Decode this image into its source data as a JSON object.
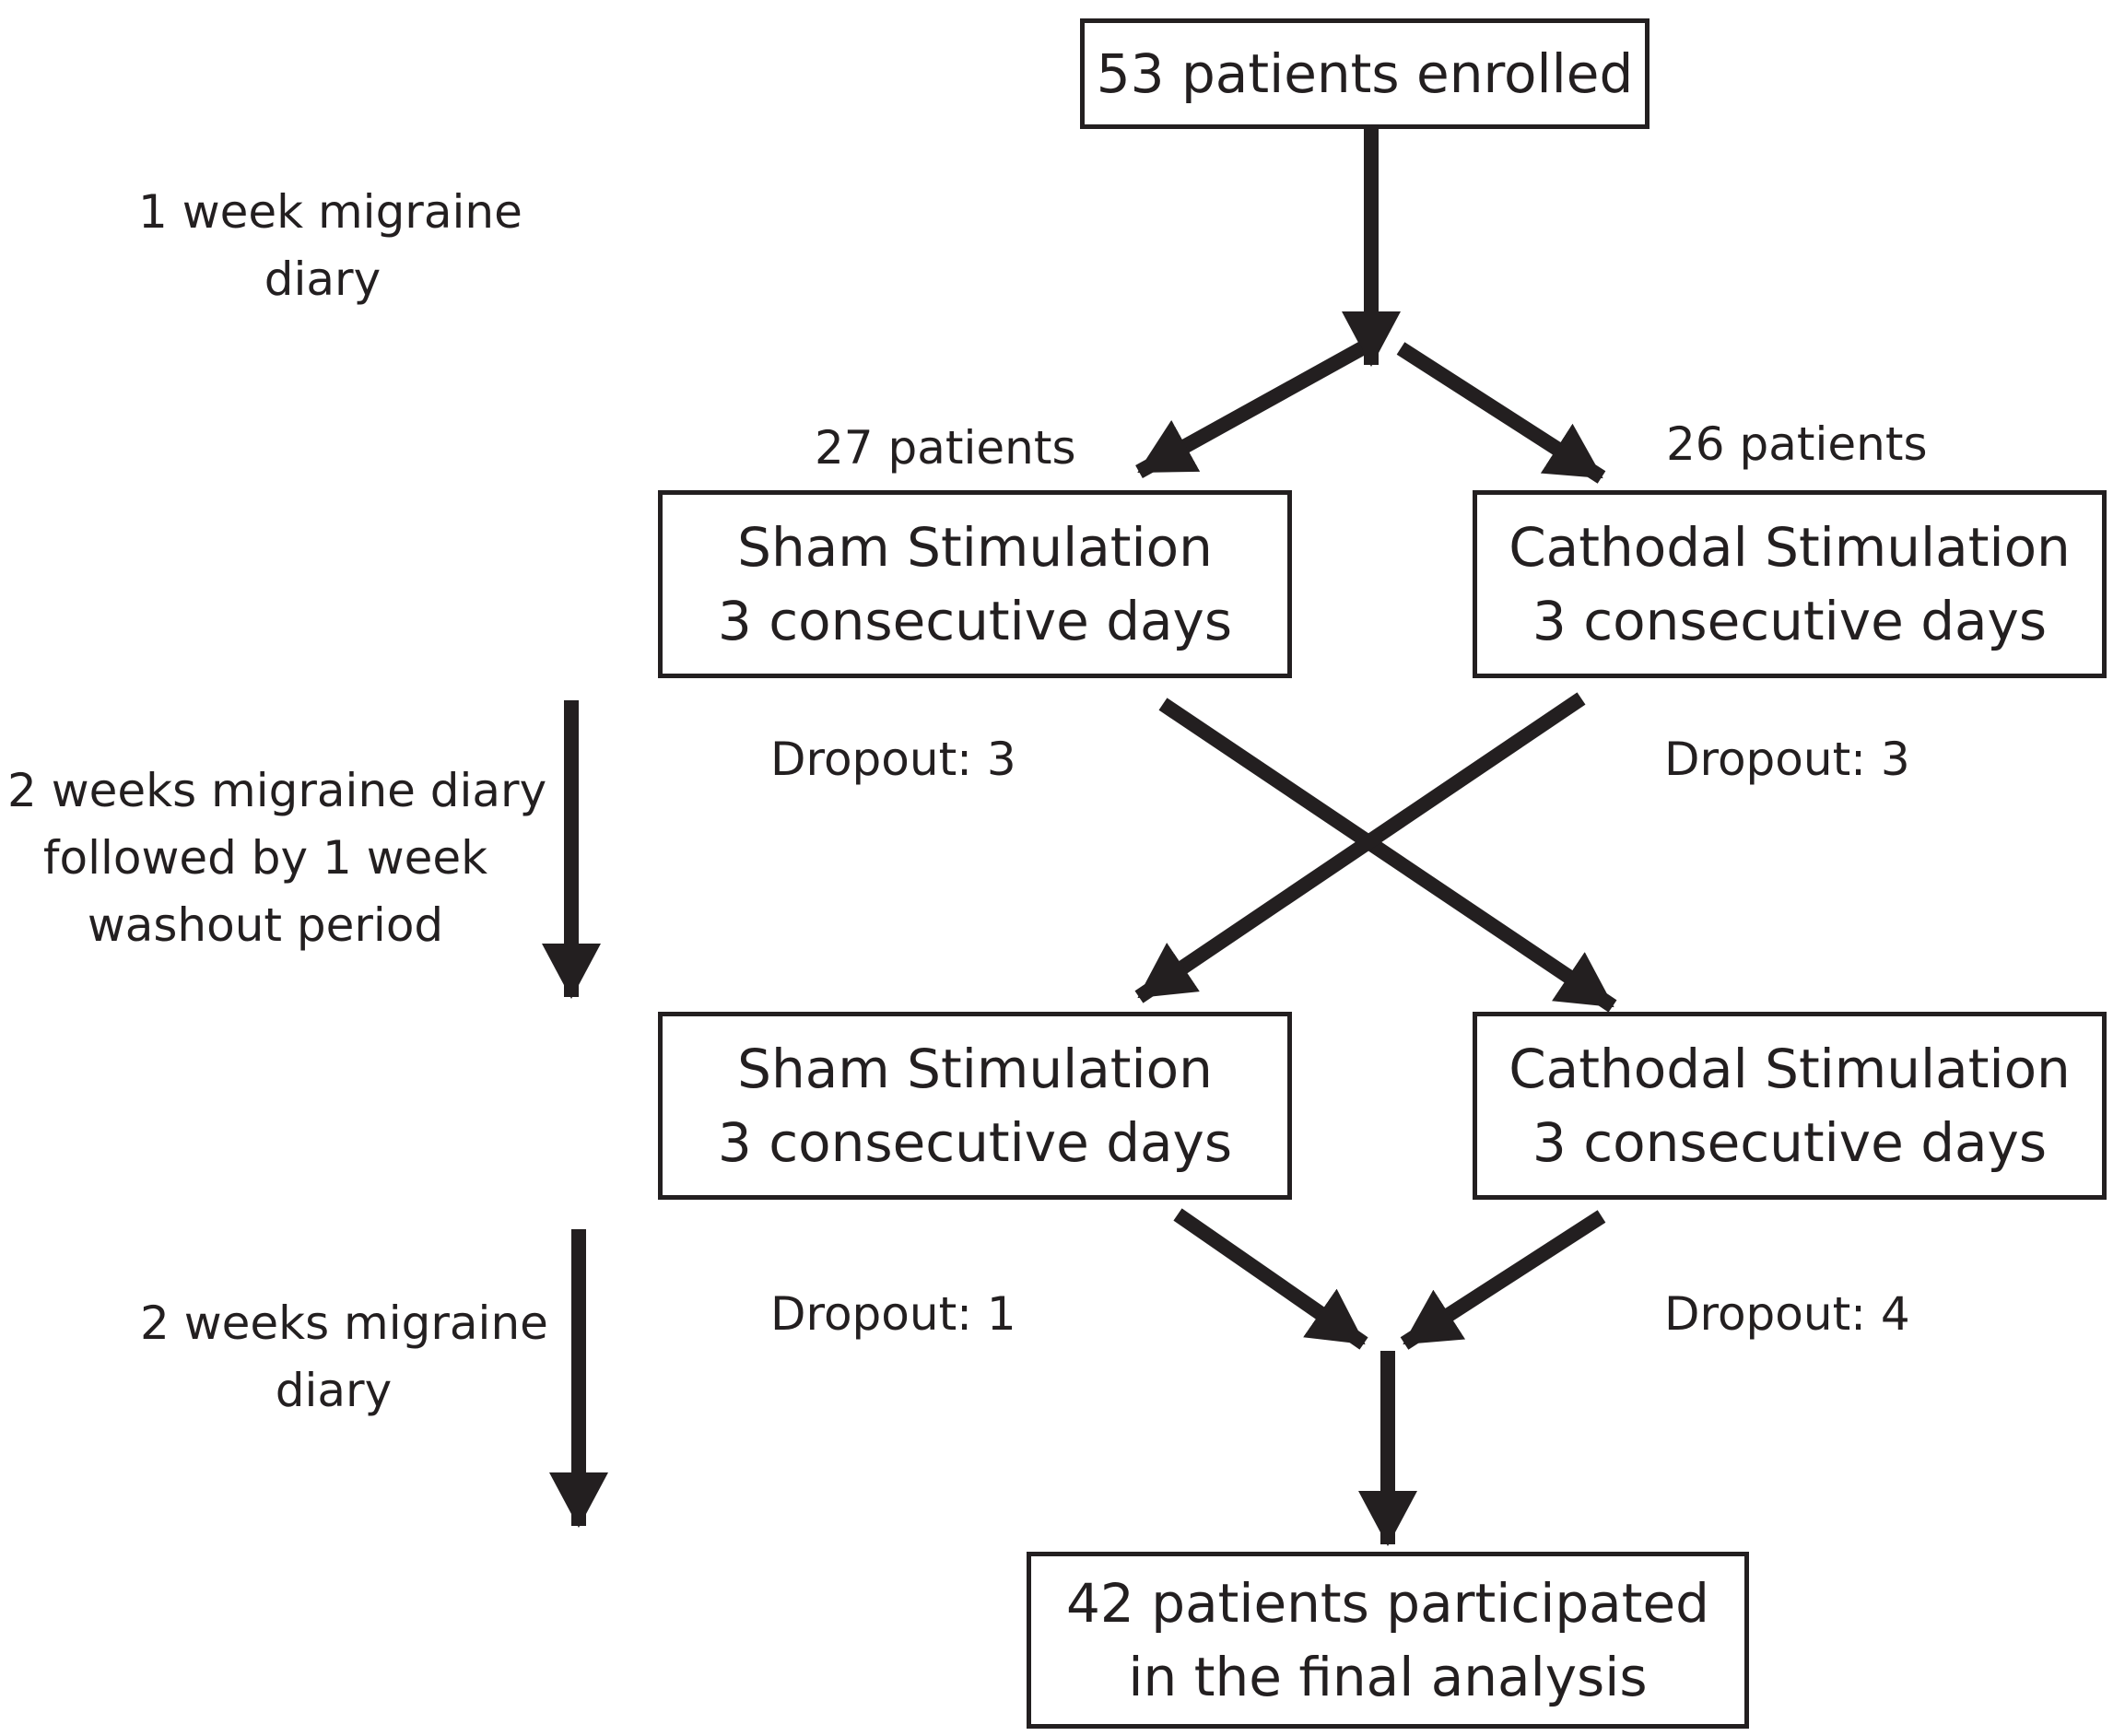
{
  "enrolled": {
    "text": "53 patients enrolled"
  },
  "arm_counts": {
    "left": "27 patients",
    "right": "26 patients"
  },
  "period1": {
    "sham": {
      "line1": "Sham Stimulation",
      "line2": "3 consecutive days"
    },
    "cathodal": {
      "line1": "Cathodal Stimulation",
      "line2": "3 consecutive days"
    }
  },
  "period2": {
    "sham": {
      "line1": "Sham Stimulation",
      "line2": "3 consecutive days"
    },
    "cathodal": {
      "line1": "Cathodal Stimulation",
      "line2": "3 consecutive days"
    }
  },
  "dropouts": {
    "after_period1_left": "Dropout: 3",
    "after_period1_right": "Dropout: 3",
    "after_period2_left": "Dropout: 1",
    "after_period2_right": "Dropout: 4"
  },
  "final": {
    "line1": "42 patients participated",
    "line2": "in the final analysis"
  },
  "timeline": {
    "baseline": {
      "line1": "1 week migraine",
      "line2": "diary"
    },
    "washout": {
      "line1": "2 weeks migraine diary",
      "line2": "followed by 1 week",
      "line3": "washout period"
    },
    "followup": {
      "line1": "2 weeks migraine",
      "line2": "diary"
    }
  },
  "colors": {
    "ink": "#231f20",
    "background": "#ffffff"
  }
}
